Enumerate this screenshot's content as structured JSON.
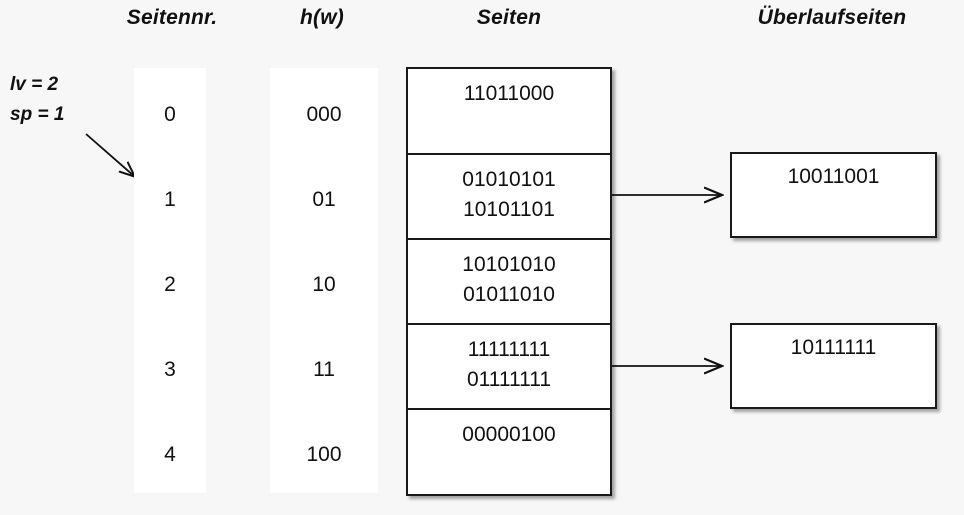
{
  "headers": {
    "seitennr": "Seitennr.",
    "hw": "h(w)",
    "seiten": "Seiten",
    "ueberlaufseiten": "Überlaufseiten"
  },
  "params": {
    "lv": "lv = 2",
    "sp": "sp = 1"
  },
  "colors": {
    "background": "#f7f7f7",
    "panel": "#ffffff",
    "stroke": "#1a1a1a",
    "text": "#111111"
  },
  "buckets": [
    {
      "seitennr": "0",
      "hw": "000",
      "records": [
        "11011000"
      ],
      "overflow": null
    },
    {
      "seitennr": "1",
      "hw": "01",
      "records": [
        "01010101",
        "10101101"
      ],
      "overflow": "10011001"
    },
    {
      "seitennr": "2",
      "hw": "10",
      "records": [
        "10101010",
        "01011010"
      ],
      "overflow": null
    },
    {
      "seitennr": "3",
      "hw": "11",
      "records": [
        "11111111",
        "01111111"
      ],
      "overflow": "10111111"
    },
    {
      "seitennr": "4",
      "hw": "100",
      "records": [
        "00000100"
      ],
      "overflow": null
    }
  ],
  "overflow_pages": [
    {
      "value": "10011001",
      "from_bucket": "1"
    },
    {
      "value": "10111111",
      "from_bucket": "3"
    }
  ]
}
